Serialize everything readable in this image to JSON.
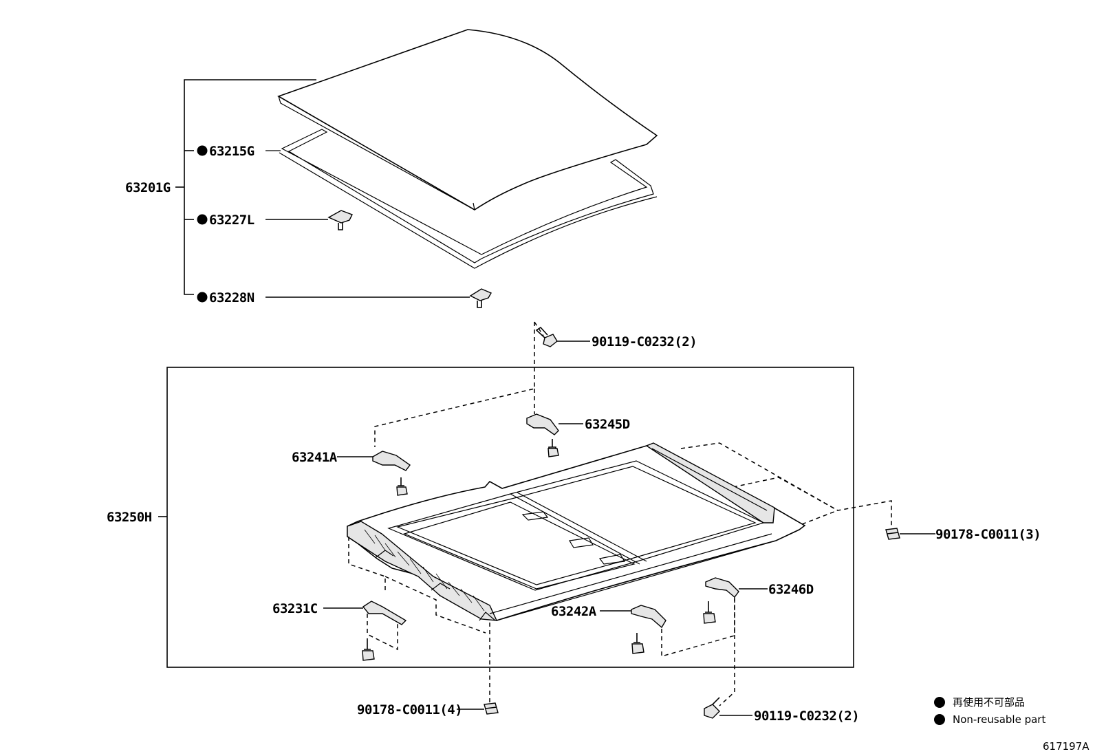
{
  "labels": {
    "assembly_top": "63201G",
    "weatherstrip": "63215G",
    "clip_l": "63227L",
    "clip_n": "63228N",
    "screw_top": "90119-C0232(2)",
    "housing_assembly": "63250H",
    "bracket_245d": "63245D",
    "bracket_241a": "63241A",
    "nut_right": "90178-C0011(3)",
    "bracket_246d": "63246D",
    "bracket_231c": "63231C",
    "bracket_242a": "63242A",
    "nut_bottom": "90178-C0011(4)",
    "screw_bottom": "90119-C0232(2)"
  },
  "legend": {
    "japanese": "再使用不可部品",
    "english": "Non-reusable part"
  },
  "figure_number": "617197A"
}
